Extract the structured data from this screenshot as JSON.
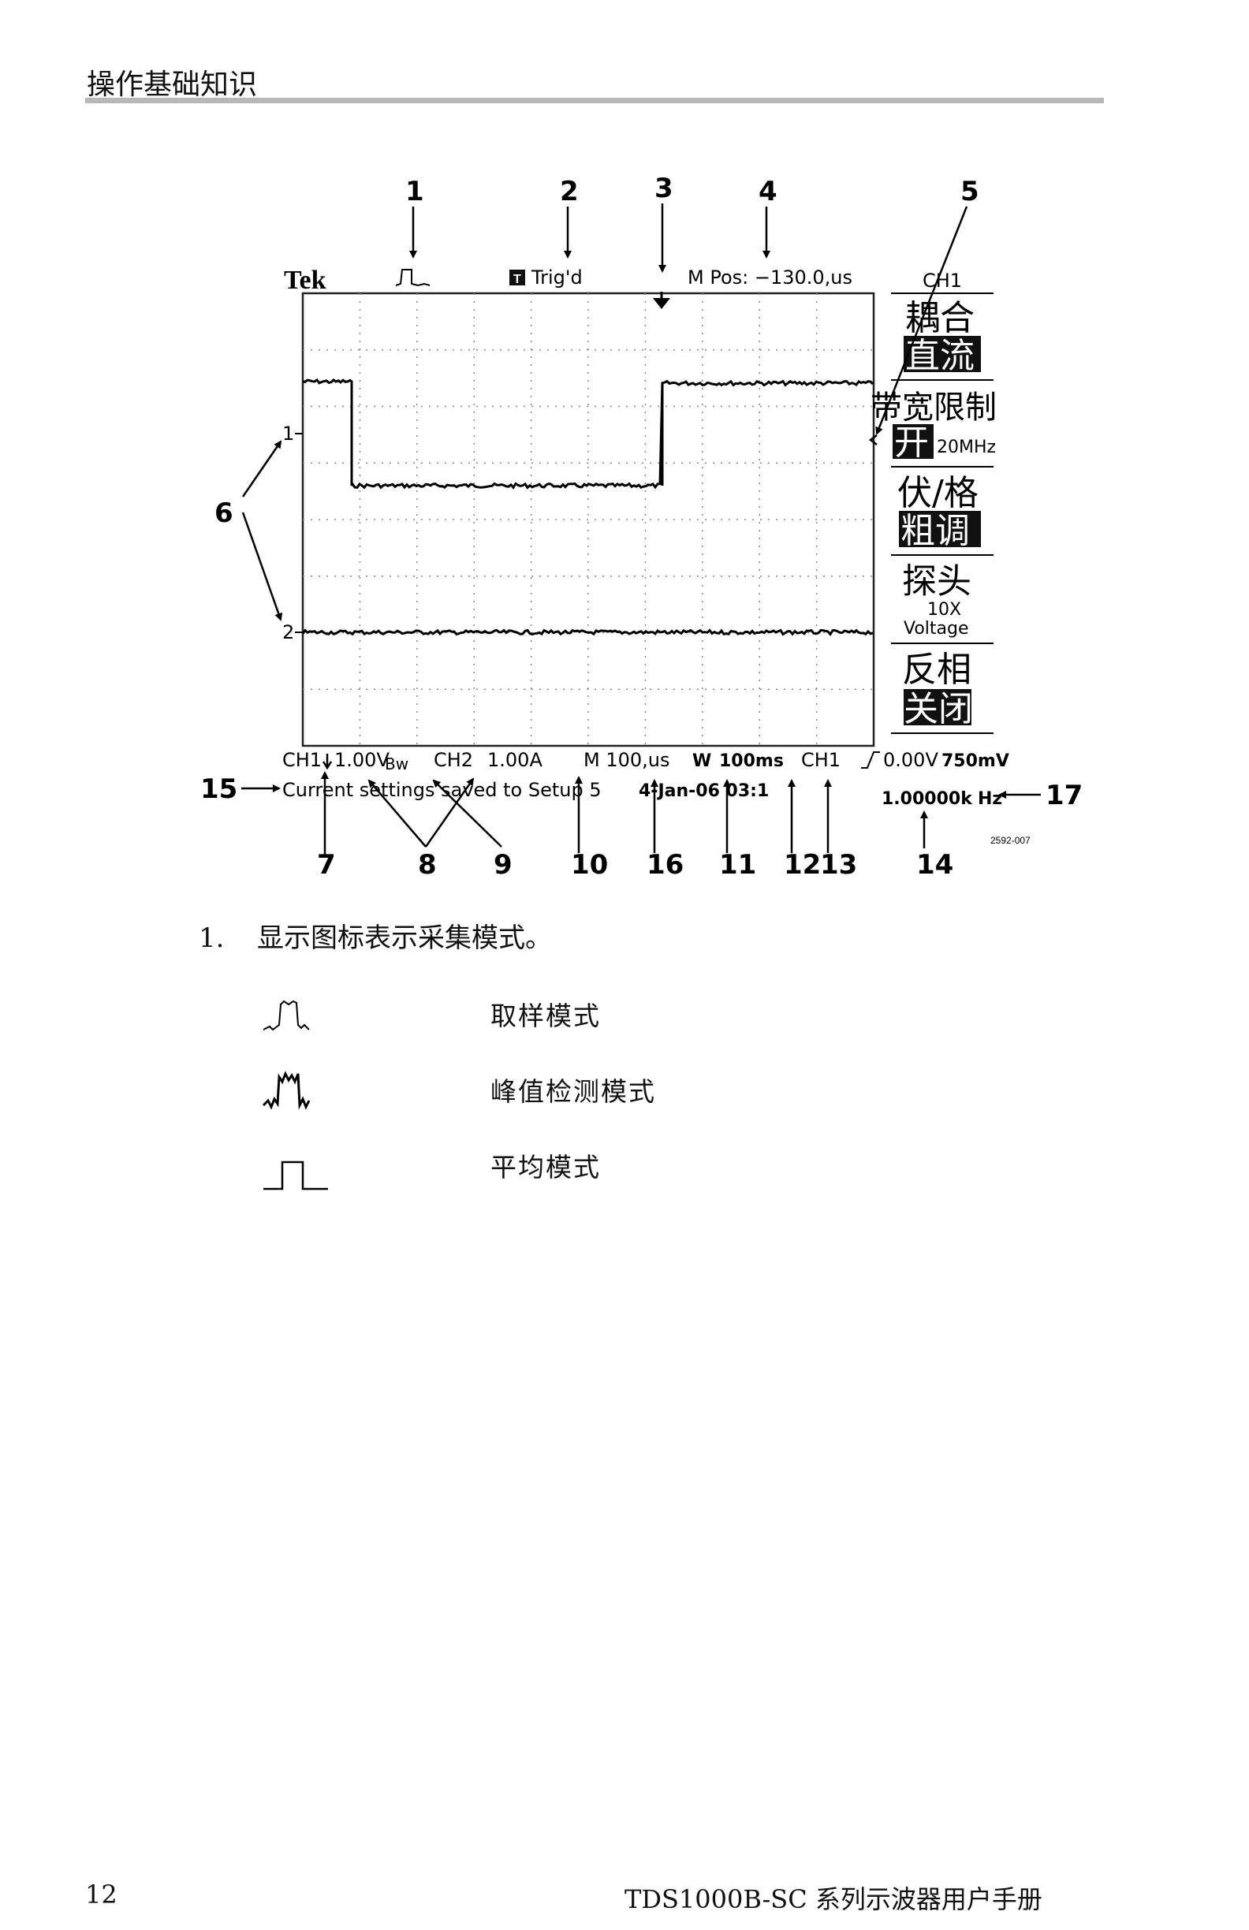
{
  "header": {
    "title": "操作基础知识"
  },
  "figure": {
    "brand": "Tek",
    "trig_status": "Trig'd",
    "trig_icon_letter": "T",
    "m_pos": "M Pos: −130.0,us",
    "menu": {
      "channel": "CH1",
      "items": [
        {
          "title": "耦合",
          "value": "直流",
          "value_highlight": true
        },
        {
          "title": "带宽限制",
          "value": "开",
          "value_highlight": true,
          "value_extra": "20MHz"
        },
        {
          "title": "伏/格",
          "value": "粗调",
          "value_highlight": true
        },
        {
          "title": "探头",
          "value": "10X",
          "value2": "Voltage",
          "value_highlight": false
        },
        {
          "title": "反相",
          "value": "关闭",
          "value_highlight": true
        }
      ]
    },
    "channel_markers": {
      "ch1": "1",
      "ch2": "2"
    },
    "status_bar": {
      "ch1": "CH1",
      "ch1_scale": "1.00V",
      "bw": "Bw",
      "ch2": "CH2",
      "ch2_scale": "1.00A",
      "timebase": "M 100,us",
      "window": "W",
      "window_value": "100ms",
      "trig_source": "CH1",
      "trig_level": "0.00V",
      "trig_extra": "750mV",
      "freq": "1.00000k",
      "freq_unit": "Hz",
      "message": "Current settings saved to Setup 5",
      "date": "4-Jan-06 03:1",
      "figure_code": "2592-007"
    },
    "callouts": [
      "1",
      "2",
      "3",
      "4",
      "5",
      "6",
      "7",
      "8",
      "9",
      "10",
      "16",
      "11",
      "12",
      "13",
      "14",
      "15",
      "17"
    ]
  },
  "description": {
    "num": "1.",
    "text": "显示图标表示采集模式。",
    "modes": [
      {
        "icon": "sample-mode-icon",
        "label": "取样模式"
      },
      {
        "icon": "peak-detect-mode-icon",
        "label": "峰值检测模式"
      },
      {
        "icon": "average-mode-icon",
        "label": "平均模式"
      }
    ]
  },
  "footer": {
    "page": "12",
    "title": "TDS1000B-SC 系列示波器用户手册"
  }
}
